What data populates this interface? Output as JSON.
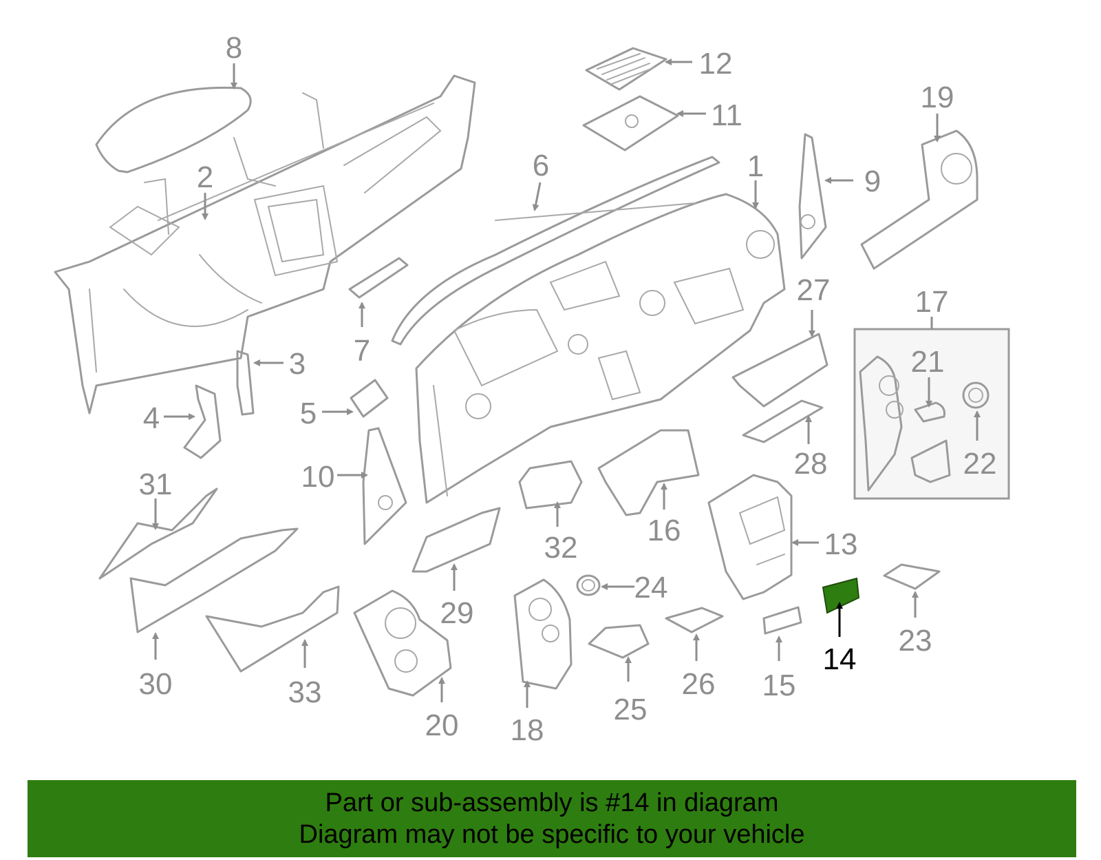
{
  "callouts": [
    "1",
    "2",
    "3",
    "4",
    "5",
    "6",
    "7",
    "8",
    "9",
    "10",
    "11",
    "12",
    "13",
    "14",
    "15",
    "16",
    "17",
    "18",
    "19",
    "20",
    "21",
    "22",
    "23",
    "24",
    "25",
    "26",
    "27",
    "28",
    "29",
    "30",
    "31",
    "32",
    "33"
  ],
  "highlighted_part": "14",
  "highlight_color": "#2e7d10",
  "banner": {
    "line1": "Part or sub-assembly is #14 in diagram",
    "line2": "Diagram may not be specific to your vehicle"
  }
}
